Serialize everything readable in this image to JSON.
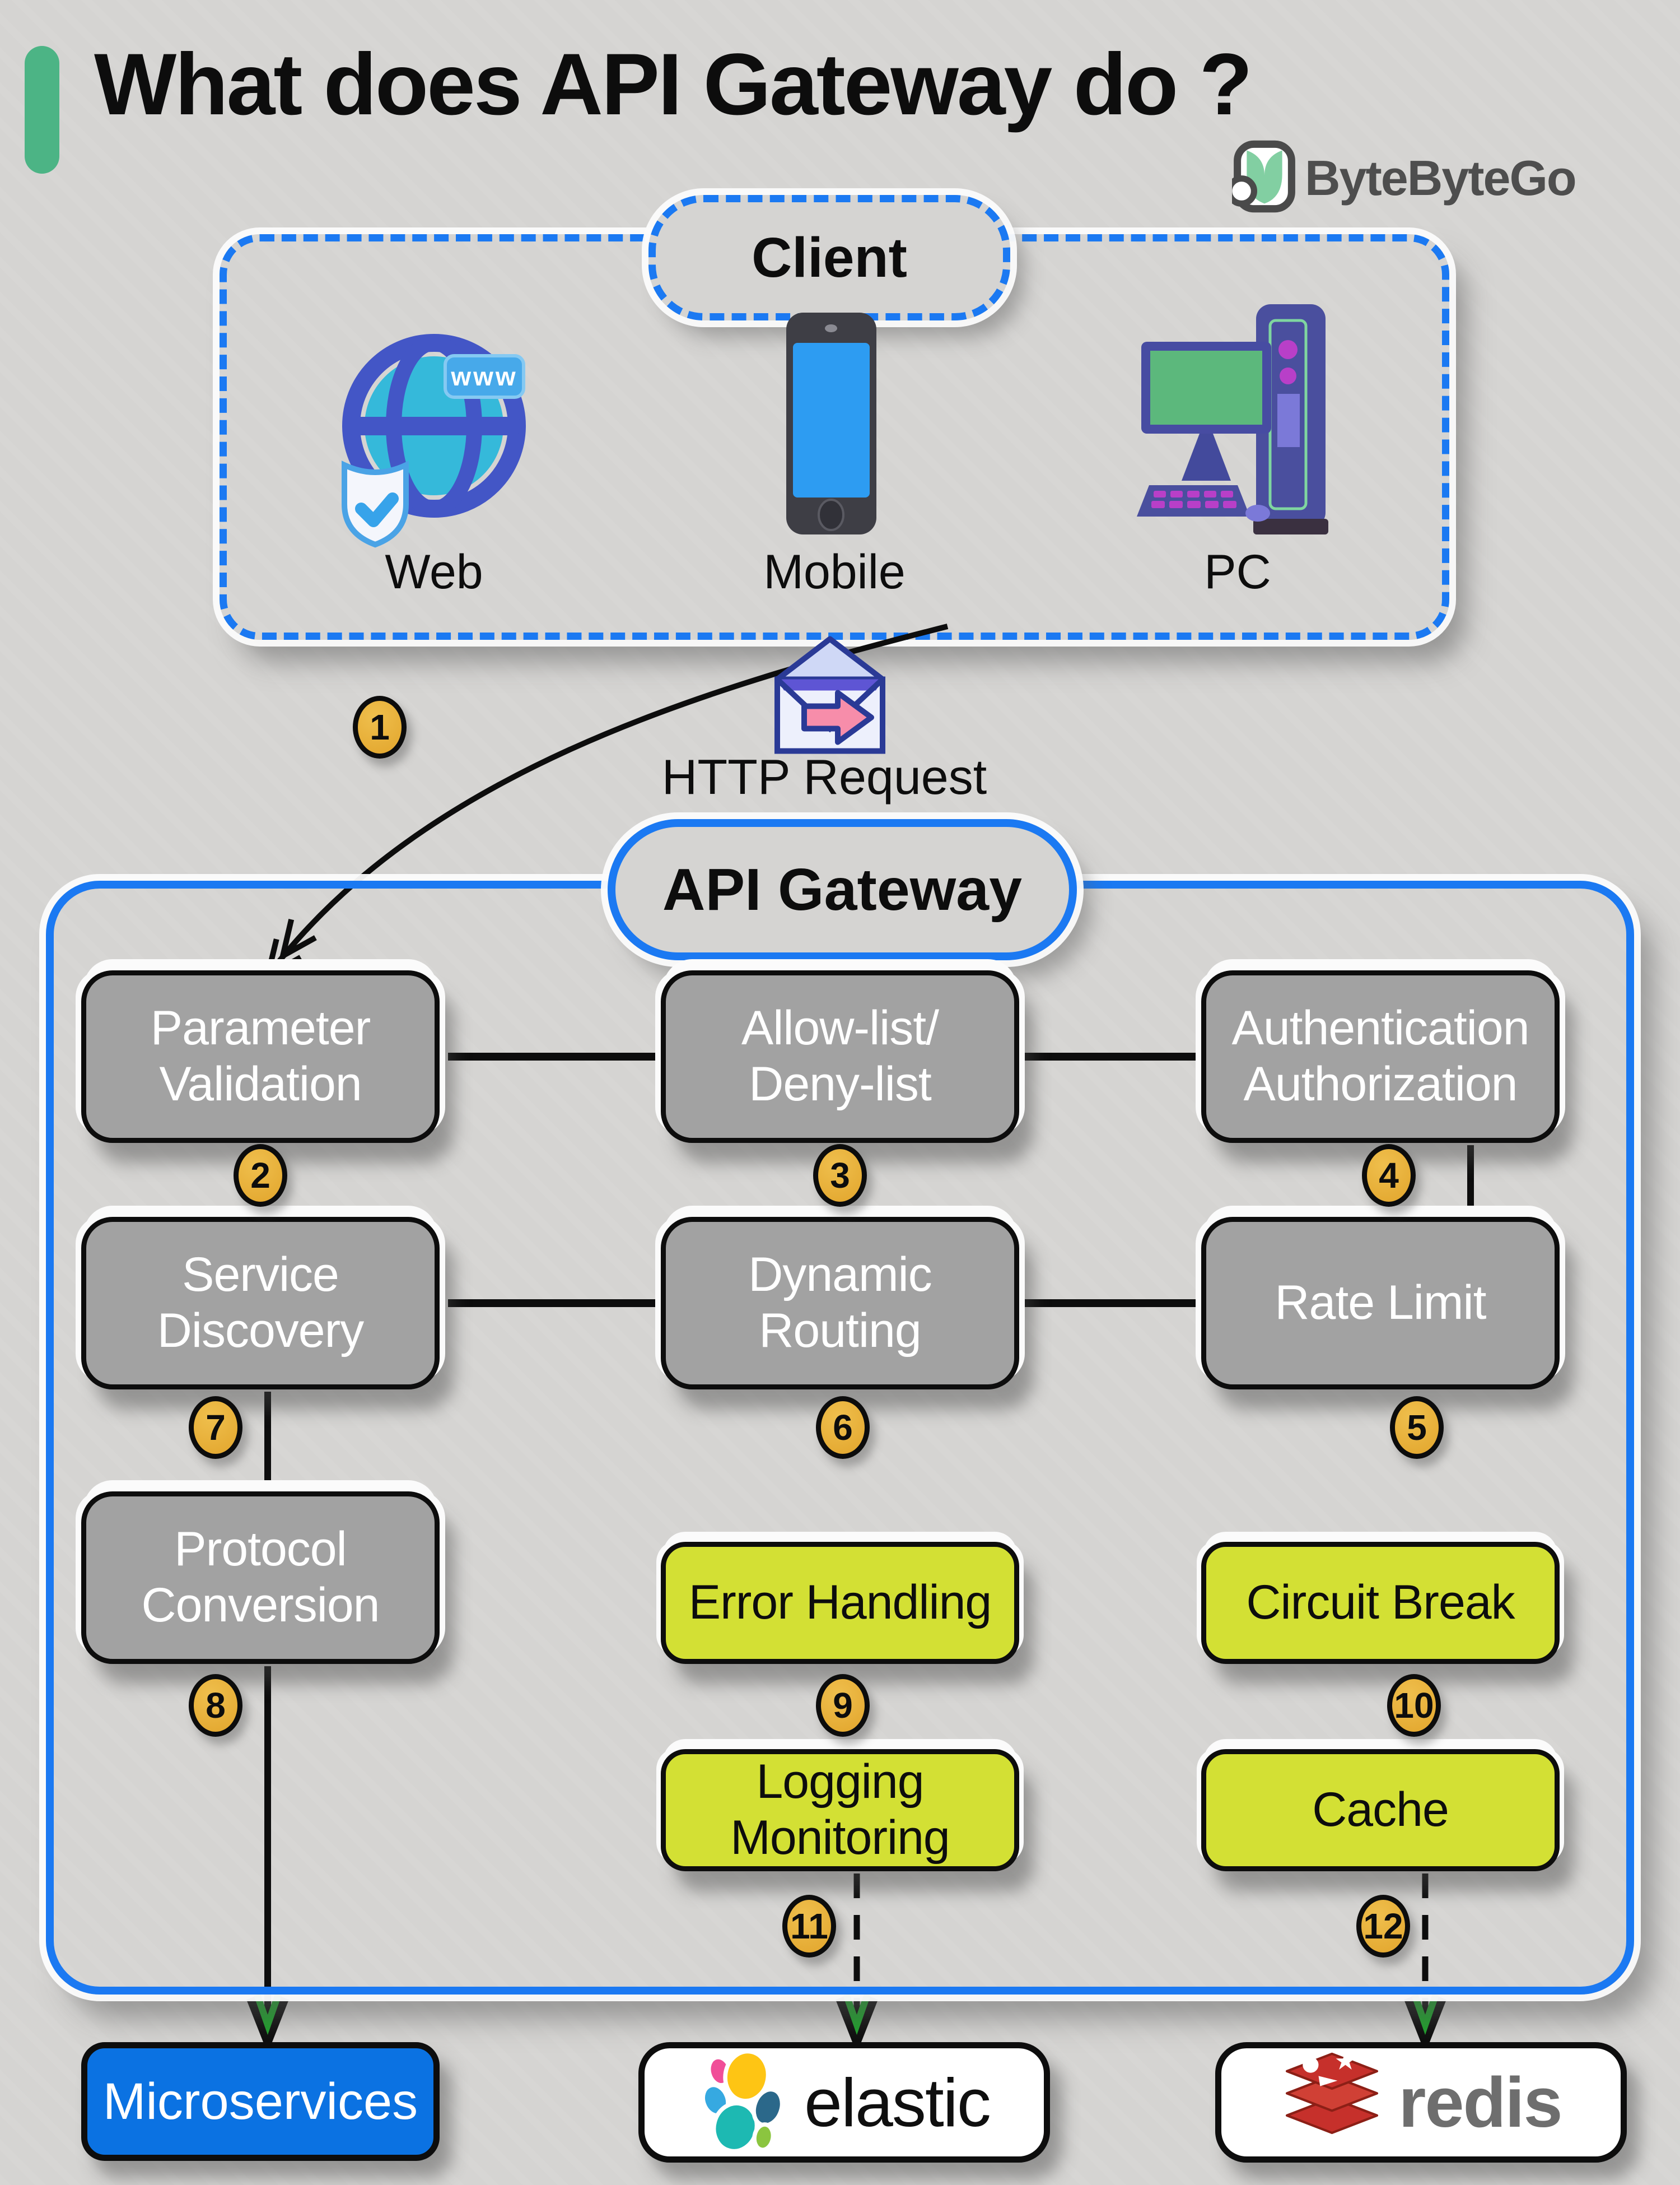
{
  "title": "What does API Gateway do ?",
  "brand": {
    "name": "ByteByteGo",
    "logo_icon": "bytebytego-logo",
    "logo_green": "#82cfa2",
    "text_color": "#4e4e4e"
  },
  "client": {
    "label": "Client",
    "devices": [
      {
        "label": "Web",
        "icon": "web-globe-shield-icon",
        "badge": "www"
      },
      {
        "label": "Mobile",
        "icon": "mobile-phone-icon"
      },
      {
        "label": "PC",
        "icon": "desktop-pc-icon"
      }
    ]
  },
  "http_request": {
    "step": "1",
    "label": "HTTP Request",
    "icon": "email-send-icon"
  },
  "gateway": {
    "label": "API Gateway",
    "features": [
      {
        "step": "2",
        "label": "Parameter Validation",
        "lines": [
          "Parameter",
          "Validation"
        ],
        "style": "gray"
      },
      {
        "step": "3",
        "label": "Allow-list/Deny-list",
        "lines": [
          "Allow-list/",
          "Deny-list"
        ],
        "style": "gray"
      },
      {
        "step": "4",
        "label": "Authentication Authorization",
        "lines": [
          "Authentication",
          "Authorization"
        ],
        "style": "gray"
      },
      {
        "step": "7",
        "label": "Service Discovery",
        "lines": [
          "Service",
          "Discovery"
        ],
        "style": "gray"
      },
      {
        "step": "6",
        "label": "Dynamic Routing",
        "lines": [
          "Dynamic",
          "Routing"
        ],
        "style": "gray"
      },
      {
        "step": "5",
        "label": "Rate Limit",
        "lines": [
          "Rate Limit"
        ],
        "style": "gray"
      },
      {
        "step": "8",
        "label": "Protocol Conversion",
        "lines": [
          "Protocol",
          "Conversion"
        ],
        "style": "gray"
      },
      {
        "step": "9",
        "label": "Error Handling",
        "lines": [
          "Error Handling"
        ],
        "style": "yellow"
      },
      {
        "step": "10",
        "label": "Circuit Break",
        "lines": [
          "Circuit Break"
        ],
        "style": "yellow"
      },
      {
        "step": "11",
        "label": "Logging Monitoring",
        "lines": [
          "Logging",
          "Monitoring"
        ],
        "style": "yellow"
      },
      {
        "step": "12",
        "label": "Cache",
        "lines": [
          "Cache"
        ],
        "style": "yellow"
      }
    ]
  },
  "backends": [
    {
      "label": "Microservices",
      "style": "blue-filled"
    },
    {
      "label": "elastic",
      "style": "white-logo",
      "icon": "elastic-logo"
    },
    {
      "label": "redis",
      "style": "white-logo",
      "icon": "redis-logo"
    }
  ],
  "colors": {
    "background": "#d5d4d2",
    "accent_green": "#4cb485",
    "primary_blue": "#1b79f2",
    "feature_gray": "#a2a2a2",
    "feature_yellow": "#d3e034",
    "step_gold": "#e4a92f",
    "microservices_blue": "#0b72e2",
    "redis_red": "#c6302b",
    "arrowhead_green": "#1ea22b"
  }
}
